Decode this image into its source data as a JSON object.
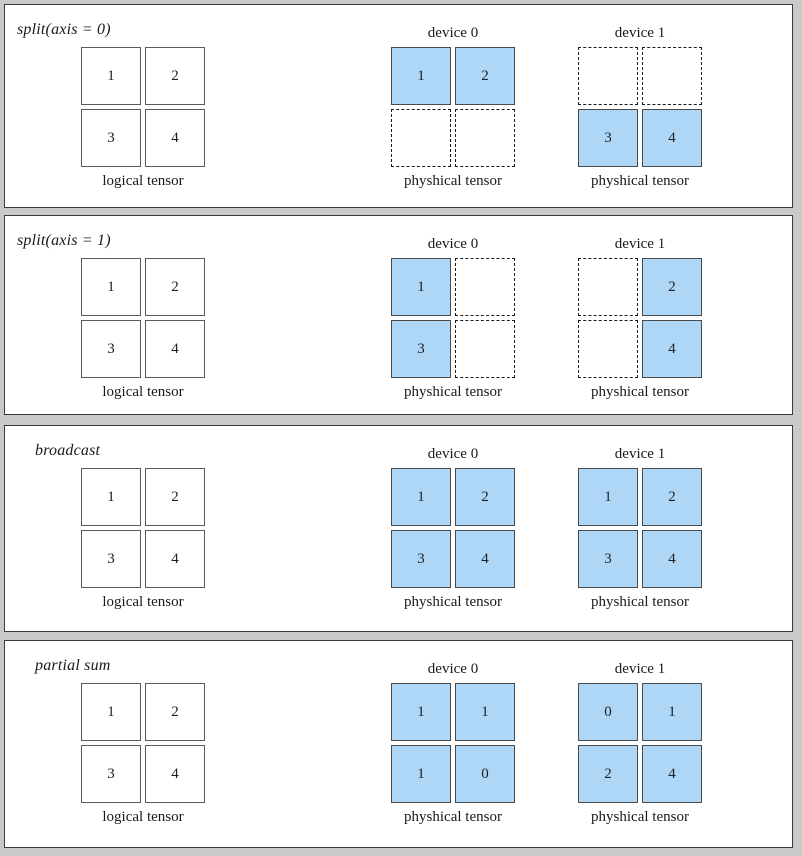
{
  "page": {
    "background_color": "#c9c9c9",
    "panel_background": "#ffffff",
    "cell_fill_color": "#aed6f7",
    "cell_border_color": "#4a4a4a"
  },
  "labels": {
    "logical_caption": "logical tensor",
    "physical_caption": "physhical tensor",
    "device0_title": "device 0",
    "device1_title": "device 1"
  },
  "panels": [
    {
      "op_label": "split(axis = 0)",
      "label_indent": "small",
      "logical": {
        "caption": "logical tensor",
        "cells": [
          {
            "value": "1",
            "style": "solid-plain"
          },
          {
            "value": "2",
            "style": "solid-plain"
          },
          {
            "value": "3",
            "style": "solid-plain"
          },
          {
            "value": "4",
            "style": "solid-plain"
          }
        ]
      },
      "device0": {
        "title": "device 0",
        "caption": "physhical tensor",
        "cells": [
          {
            "value": "1",
            "style": "solid-blue"
          },
          {
            "value": "2",
            "style": "solid-blue"
          },
          {
            "value": "",
            "style": "dashed"
          },
          {
            "value": "",
            "style": "dashed"
          }
        ]
      },
      "device1": {
        "title": "device 1",
        "caption": "physhical tensor",
        "cells": [
          {
            "value": "",
            "style": "dashed"
          },
          {
            "value": "",
            "style": "dashed"
          },
          {
            "value": "3",
            "style": "solid-blue"
          },
          {
            "value": "4",
            "style": "solid-blue"
          }
        ]
      }
    },
    {
      "op_label": "split(axis = 1)",
      "label_indent": "small",
      "logical": {
        "caption": "logical tensor",
        "cells": [
          {
            "value": "1",
            "style": "solid-plain"
          },
          {
            "value": "2",
            "style": "solid-plain"
          },
          {
            "value": "3",
            "style": "solid-plain"
          },
          {
            "value": "4",
            "style": "solid-plain"
          }
        ]
      },
      "device0": {
        "title": "device 0",
        "caption": "physhical tensor",
        "cells": [
          {
            "value": "1",
            "style": "solid-blue"
          },
          {
            "value": "",
            "style": "dashed"
          },
          {
            "value": "3",
            "style": "solid-blue"
          },
          {
            "value": "",
            "style": "dashed"
          }
        ]
      },
      "device1": {
        "title": "device 1",
        "caption": "physhical tensor",
        "cells": [
          {
            "value": "",
            "style": "dashed"
          },
          {
            "value": "2",
            "style": "solid-blue"
          },
          {
            "value": "",
            "style": "dashed"
          },
          {
            "value": "4",
            "style": "solid-blue"
          }
        ]
      }
    },
    {
      "op_label": "broadcast",
      "label_indent": "large",
      "logical": {
        "caption": "logical tensor",
        "cells": [
          {
            "value": "1",
            "style": "solid-plain"
          },
          {
            "value": "2",
            "style": "solid-plain"
          },
          {
            "value": "3",
            "style": "solid-plain"
          },
          {
            "value": "4",
            "style": "solid-plain"
          }
        ]
      },
      "device0": {
        "title": "device 0",
        "caption": "physhical tensor",
        "cells": [
          {
            "value": "1",
            "style": "solid-blue"
          },
          {
            "value": "2",
            "style": "solid-blue"
          },
          {
            "value": "3",
            "style": "solid-blue"
          },
          {
            "value": "4",
            "style": "solid-blue"
          }
        ]
      },
      "device1": {
        "title": "device 1",
        "caption": "physhical tensor",
        "cells": [
          {
            "value": "1",
            "style": "solid-blue"
          },
          {
            "value": "2",
            "style": "solid-blue"
          },
          {
            "value": "3",
            "style": "solid-blue"
          },
          {
            "value": "4",
            "style": "solid-blue"
          }
        ]
      }
    },
    {
      "op_label": "partial sum",
      "label_indent": "large",
      "logical": {
        "caption": "logical tensor",
        "cells": [
          {
            "value": "1",
            "style": "solid-plain"
          },
          {
            "value": "2",
            "style": "solid-plain"
          },
          {
            "value": "3",
            "style": "solid-plain"
          },
          {
            "value": "4",
            "style": "solid-plain"
          }
        ]
      },
      "device0": {
        "title": "device 0",
        "caption": "physhical tensor",
        "cells": [
          {
            "value": "1",
            "style": "solid-blue"
          },
          {
            "value": "1",
            "style": "solid-blue"
          },
          {
            "value": "1",
            "style": "solid-blue"
          },
          {
            "value": "0",
            "style": "solid-blue"
          }
        ]
      },
      "device1": {
        "title": "device 1",
        "caption": "physhical tensor",
        "cells": [
          {
            "value": "0",
            "style": "solid-blue"
          },
          {
            "value": "1",
            "style": "solid-blue"
          },
          {
            "value": "2",
            "style": "solid-blue"
          },
          {
            "value": "4",
            "style": "solid-blue"
          }
        ]
      }
    }
  ]
}
